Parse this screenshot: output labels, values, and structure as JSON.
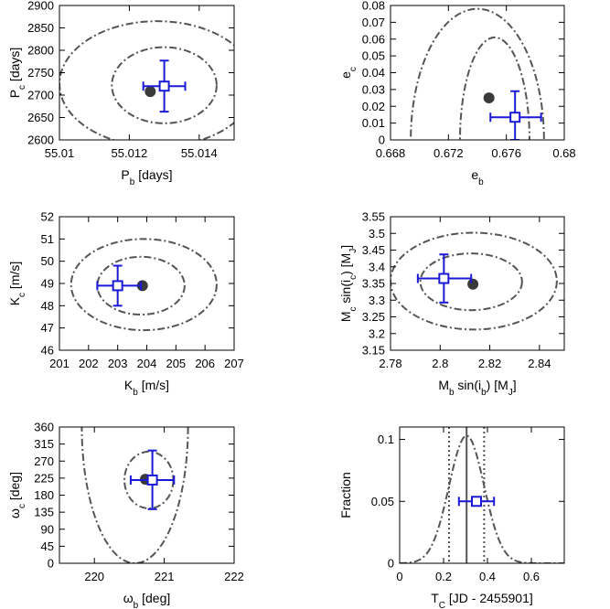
{
  "chart_data": [
    {
      "type": "scatter",
      "xlabel": "P_b [days]",
      "ylabel": "P_c [days]",
      "xlim": [
        55.01,
        55.015
      ],
      "ylim": [
        2600,
        2900
      ],
      "xticks": [
        55.01,
        55.012,
        55.014
      ],
      "xtick_labels": [
        "55.01",
        "55.012",
        "55.014"
      ],
      "yticks": [
        2600,
        2650,
        2700,
        2750,
        2800,
        2850,
        2900
      ],
      "ytick_labels": [
        "2600",
        "2650",
        "2700",
        "2750",
        "2800",
        "2850",
        "2900"
      ],
      "best_fit": {
        "x": 55.0126,
        "y": 2708
      },
      "estimate": {
        "x": 55.013,
        "y": 2720,
        "x_err": [
          55.0124,
          55.0136
        ],
        "y_err": [
          2663,
          2777
        ]
      },
      "contours": [
        {
          "level": "inner",
          "cx": 55.013,
          "cy": 2722,
          "rx": 0.0015,
          "ry": 85
        },
        {
          "level": "outer",
          "cx": 55.0128,
          "cy": 2725,
          "rx": 0.0028,
          "ry": 140
        }
      ]
    },
    {
      "type": "scatter",
      "xlabel": "e_b",
      "ylabel": "e_c",
      "xlim": [
        0.668,
        0.68
      ],
      "ylim": [
        0,
        0.08
      ],
      "xticks": [
        0.668,
        0.672,
        0.676,
        0.68
      ],
      "xtick_labels": [
        "0.668",
        "0.672",
        "0.676",
        "0.68"
      ],
      "yticks": [
        0,
        0.01,
        0.02,
        0.03,
        0.04,
        0.05,
        0.06,
        0.07,
        0.08
      ],
      "ytick_labels": [
        "0",
        "0.01",
        "0.02",
        "0.03",
        "0.04",
        "0.05",
        "0.06",
        "0.07",
        "0.08"
      ],
      "best_fit": {
        "x": 0.6748,
        "y": 0.025
      },
      "estimate": {
        "x": 0.6766,
        "y": 0.0135,
        "x_err": [
          0.6749,
          0.6784
        ],
        "y_err": [
          0.0,
          0.029
        ]
      },
      "contours": [
        {
          "level": "inner",
          "cx": 0.6752,
          "cy": 0.0,
          "rx": 0.0024,
          "ry": 0.061
        },
        {
          "level": "outer",
          "cx": 0.674,
          "cy": 0.0,
          "rx": 0.0046,
          "ry": 0.078
        }
      ]
    },
    {
      "type": "scatter",
      "xlabel": "K_b [m/s]",
      "ylabel": "K_c [m/s]",
      "xlim": [
        201,
        207
      ],
      "ylim": [
        46,
        52
      ],
      "xticks": [
        201,
        202,
        203,
        204,
        205,
        206,
        207
      ],
      "xtick_labels": [
        "201",
        "202",
        "203",
        "204",
        "205",
        "206",
        "207"
      ],
      "yticks": [
        46,
        47,
        48,
        49,
        50,
        51,
        52
      ],
      "ytick_labels": [
        "46",
        "47",
        "48",
        "49",
        "50",
        "51",
        "52"
      ],
      "best_fit": {
        "x": 203.85,
        "y": 48.9
      },
      "estimate": {
        "x": 203.0,
        "y": 48.9,
        "x_err": [
          202.3,
          203.8
        ],
        "y_err": [
          48.0,
          49.8
        ]
      },
      "contours": [
        {
          "level": "inner",
          "cx": 203.8,
          "cy": 48.9,
          "rx": 1.5,
          "ry": 1.3
        },
        {
          "level": "outer",
          "cx": 203.9,
          "cy": 48.95,
          "rx": 2.5,
          "ry": 2.05
        }
      ]
    },
    {
      "type": "scatter",
      "xlabel": "M_b sin(i_b) [M_J]",
      "ylabel": "M_c sin(i_c) [M_J]",
      "xlim": [
        2.78,
        2.85
      ],
      "ylim": [
        3.15,
        3.55
      ],
      "xticks": [
        2.78,
        2.8,
        2.82,
        2.84
      ],
      "xtick_labels": [
        "2.78",
        "2.8",
        "2.82",
        "2.84"
      ],
      "yticks": [
        3.15,
        3.2,
        3.25,
        3.3,
        3.35,
        3.4,
        3.45,
        3.5,
        3.55
      ],
      "ytick_labels": [
        "3.15",
        "3.2",
        "3.25",
        "3.3",
        "3.35",
        "3.4",
        "3.45",
        "3.5",
        "3.55"
      ],
      "best_fit": {
        "x": 2.8132,
        "y": 3.348
      },
      "estimate": {
        "x": 2.8015,
        "y": 3.365,
        "x_err": [
          2.791,
          2.8125
        ],
        "y_err": [
          3.293,
          3.437
        ]
      },
      "contours": [
        {
          "level": "inner",
          "cx": 2.8125,
          "cy": 3.355,
          "rx": 0.0205,
          "ry": 0.085
        },
        {
          "level": "outer",
          "cx": 2.8135,
          "cy": 3.357,
          "rx": 0.0335,
          "ry": 0.145
        }
      ]
    },
    {
      "type": "scatter",
      "xlabel": "ω_b [deg]",
      "ylabel": "ω_c [deg]",
      "xlim": [
        219.5,
        222
      ],
      "ylim": [
        0,
        360
      ],
      "xticks": [
        220,
        221,
        222
      ],
      "xtick_labels": [
        "220",
        "221",
        "222"
      ],
      "yticks": [
        0,
        45,
        90,
        135,
        180,
        225,
        270,
        315,
        360
      ],
      "ytick_labels": [
        "0",
        "45",
        "90",
        "135",
        "180",
        "225",
        "270",
        "315",
        "360"
      ],
      "best_fit": {
        "x": 220.73,
        "y": 222
      },
      "estimate": {
        "x": 220.83,
        "y": 220,
        "x_err": [
          220.52,
          221.14
        ],
        "y_err": [
          143,
          298
        ]
      },
      "contours": [
        {
          "level": "inner",
          "cx": 220.78,
          "cy": 220,
          "rx": 0.35,
          "ry": 75
        },
        {
          "level": "outer",
          "cx": 220.58,
          "cy": 360,
          "rx": 0.76,
          "ry": 360
        }
      ]
    },
    {
      "type": "line",
      "xlabel": "T_C [JD - 2455901]",
      "ylabel": "Fraction",
      "xlim": [
        0,
        0.75
      ],
      "ylim": [
        0,
        0.11
      ],
      "xticks": [
        0,
        0.2,
        0.4,
        0.6
      ],
      "xtick_labels": [
        "0",
        "0.2",
        "0.4",
        "0.6"
      ],
      "yticks": [
        0,
        0.05,
        0.1
      ],
      "ytick_labels": [
        "0",
        "0.05",
        "0.1"
      ],
      "distribution": {
        "mean": 0.305,
        "sigma": 0.08,
        "peak": 0.103
      },
      "median": 0.305,
      "interval": [
        0.225,
        0.385
      ],
      "estimate": {
        "x": 0.35,
        "y": 0.05,
        "x_err": [
          0.27,
          0.43
        ]
      }
    }
  ]
}
